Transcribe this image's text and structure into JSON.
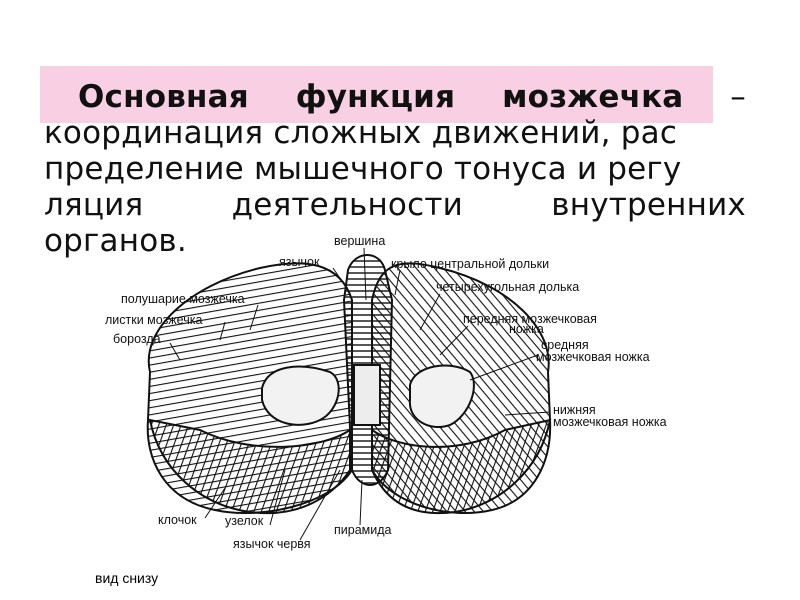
{
  "heading": {
    "line1": [
      "Основная",
      "функция",
      "мозжечка",
      "–"
    ],
    "line2": "координация сложных движений, рас",
    "line3": "пределение мышечного тонуса и регу",
    "line4": [
      "ляция",
      "деятельности",
      "внутренних"
    ],
    "line5": "органов."
  },
  "labels": {
    "vershina": "вершина",
    "yazychok": "язычок",
    "krylo": "крыло центральной дольки",
    "chetyrekh": "четырехугольная долька",
    "polusharie": "полушарие мозжечка",
    "listki": "листки мозжечка",
    "borozda": "борозда",
    "perednyaya1": "передняя мозжечковая",
    "perednyaya2": "ножка",
    "srednyaya1": "средняя",
    "srednyaya2": "мозжечковая ножка",
    "nizhnyaya1": "нижняя",
    "nizhnyaya2": "мозжечковая ножка",
    "klochok": "клочок",
    "uzelok": "узелок",
    "yazychok_chervya": "язычок червя",
    "piramida": "пирамида"
  },
  "caption": "вид снизу"
}
